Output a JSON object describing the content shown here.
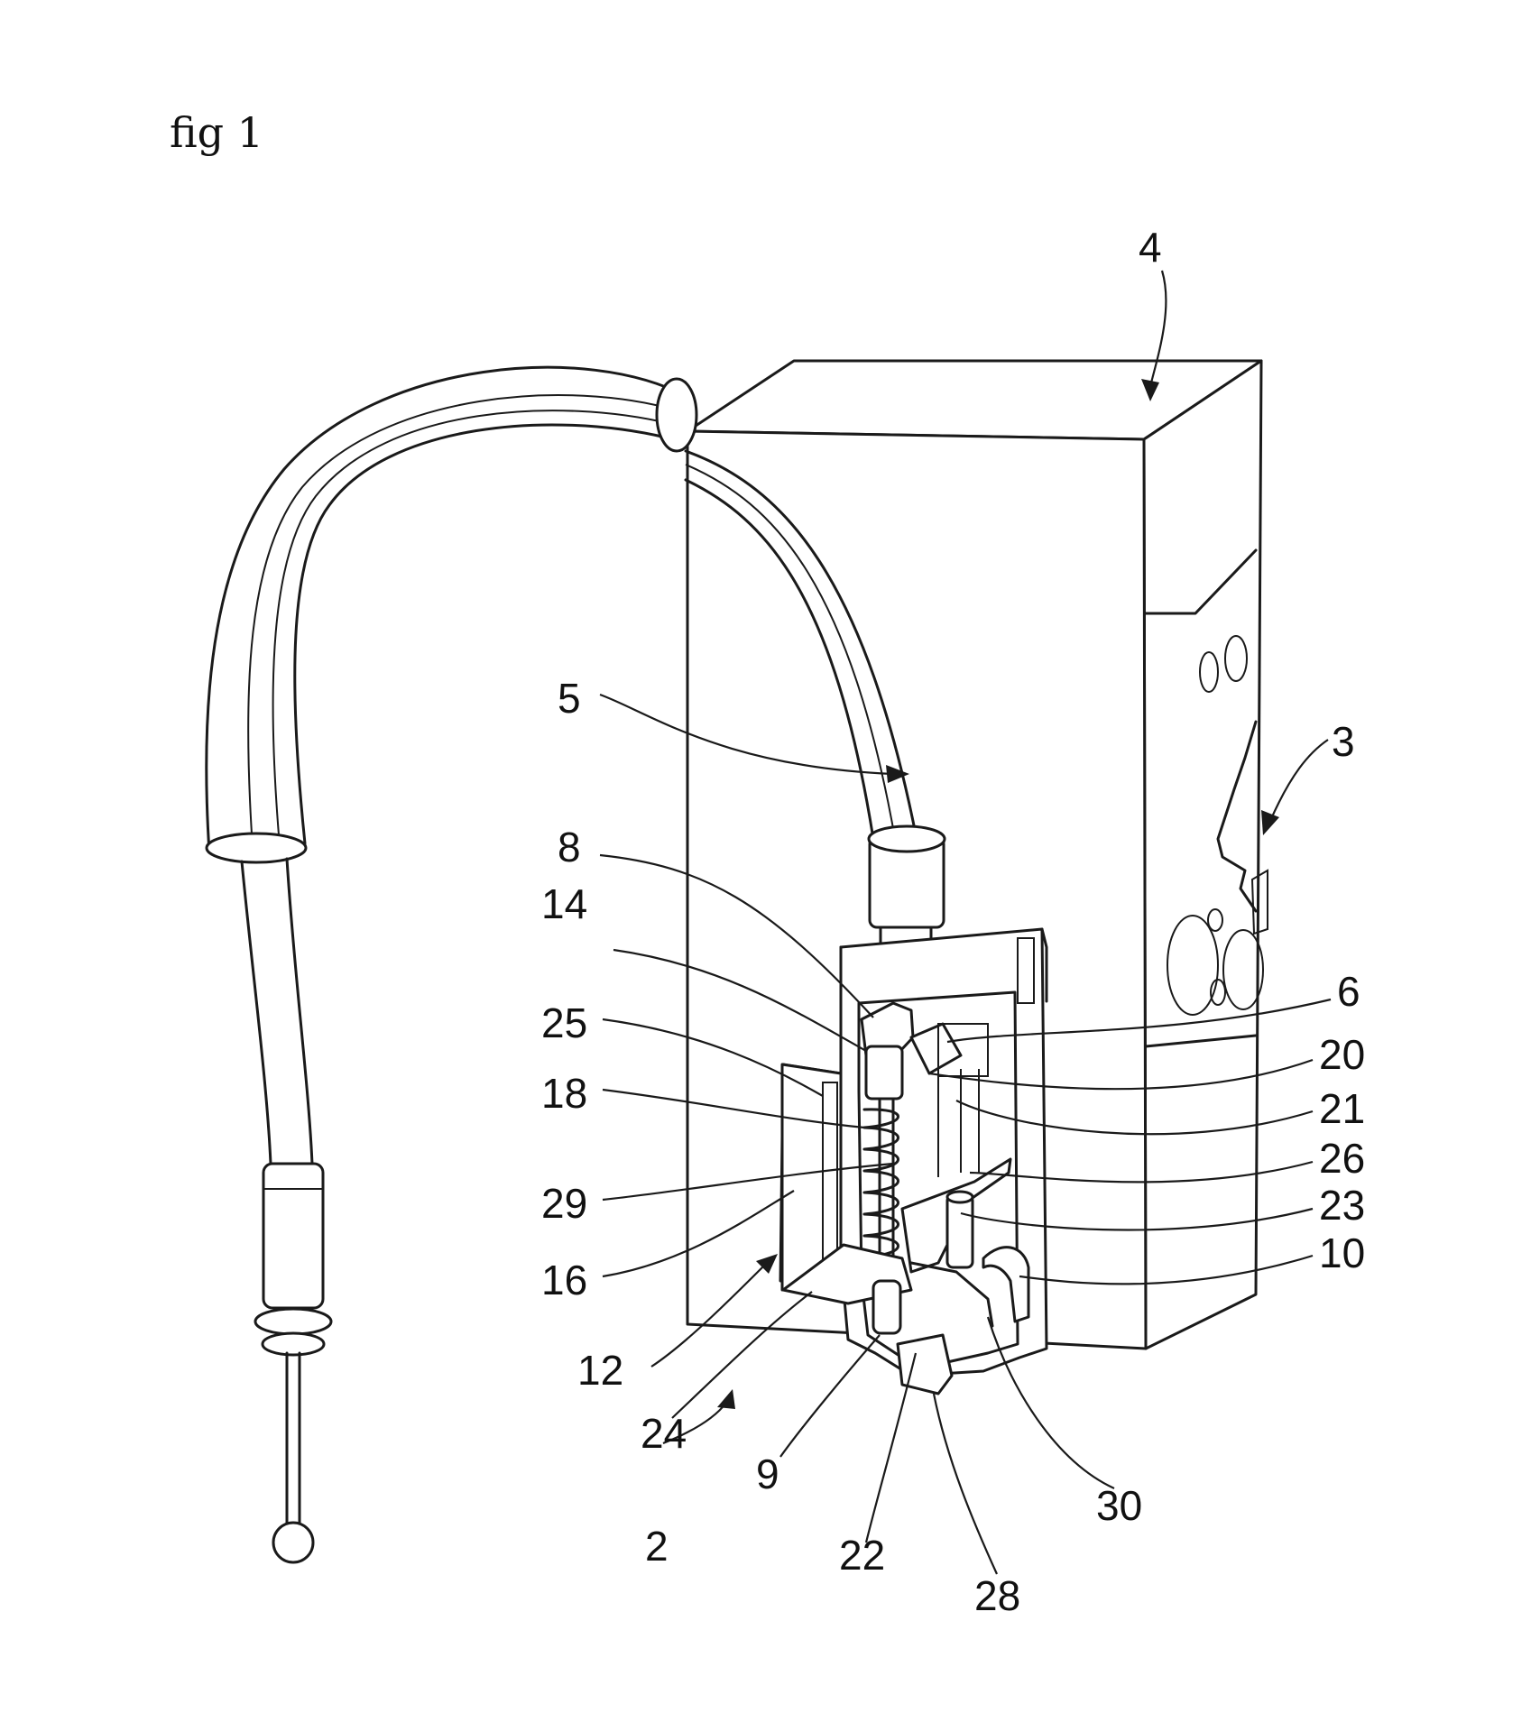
{
  "figure": {
    "title": "fig 1"
  },
  "labels": {
    "l4": "4",
    "l3": "3",
    "l5": "5",
    "l8": "8",
    "l14": "14",
    "l25": "25",
    "l18": "18",
    "l29": "29",
    "l16": "16",
    "l12": "12",
    "l24": "24",
    "l2": "2",
    "l9": "9",
    "l22": "22",
    "l28": "28",
    "l30": "30",
    "l6": "6",
    "l20": "20",
    "l21": "21",
    "l26": "26",
    "l23": "23",
    "l10": "10"
  }
}
